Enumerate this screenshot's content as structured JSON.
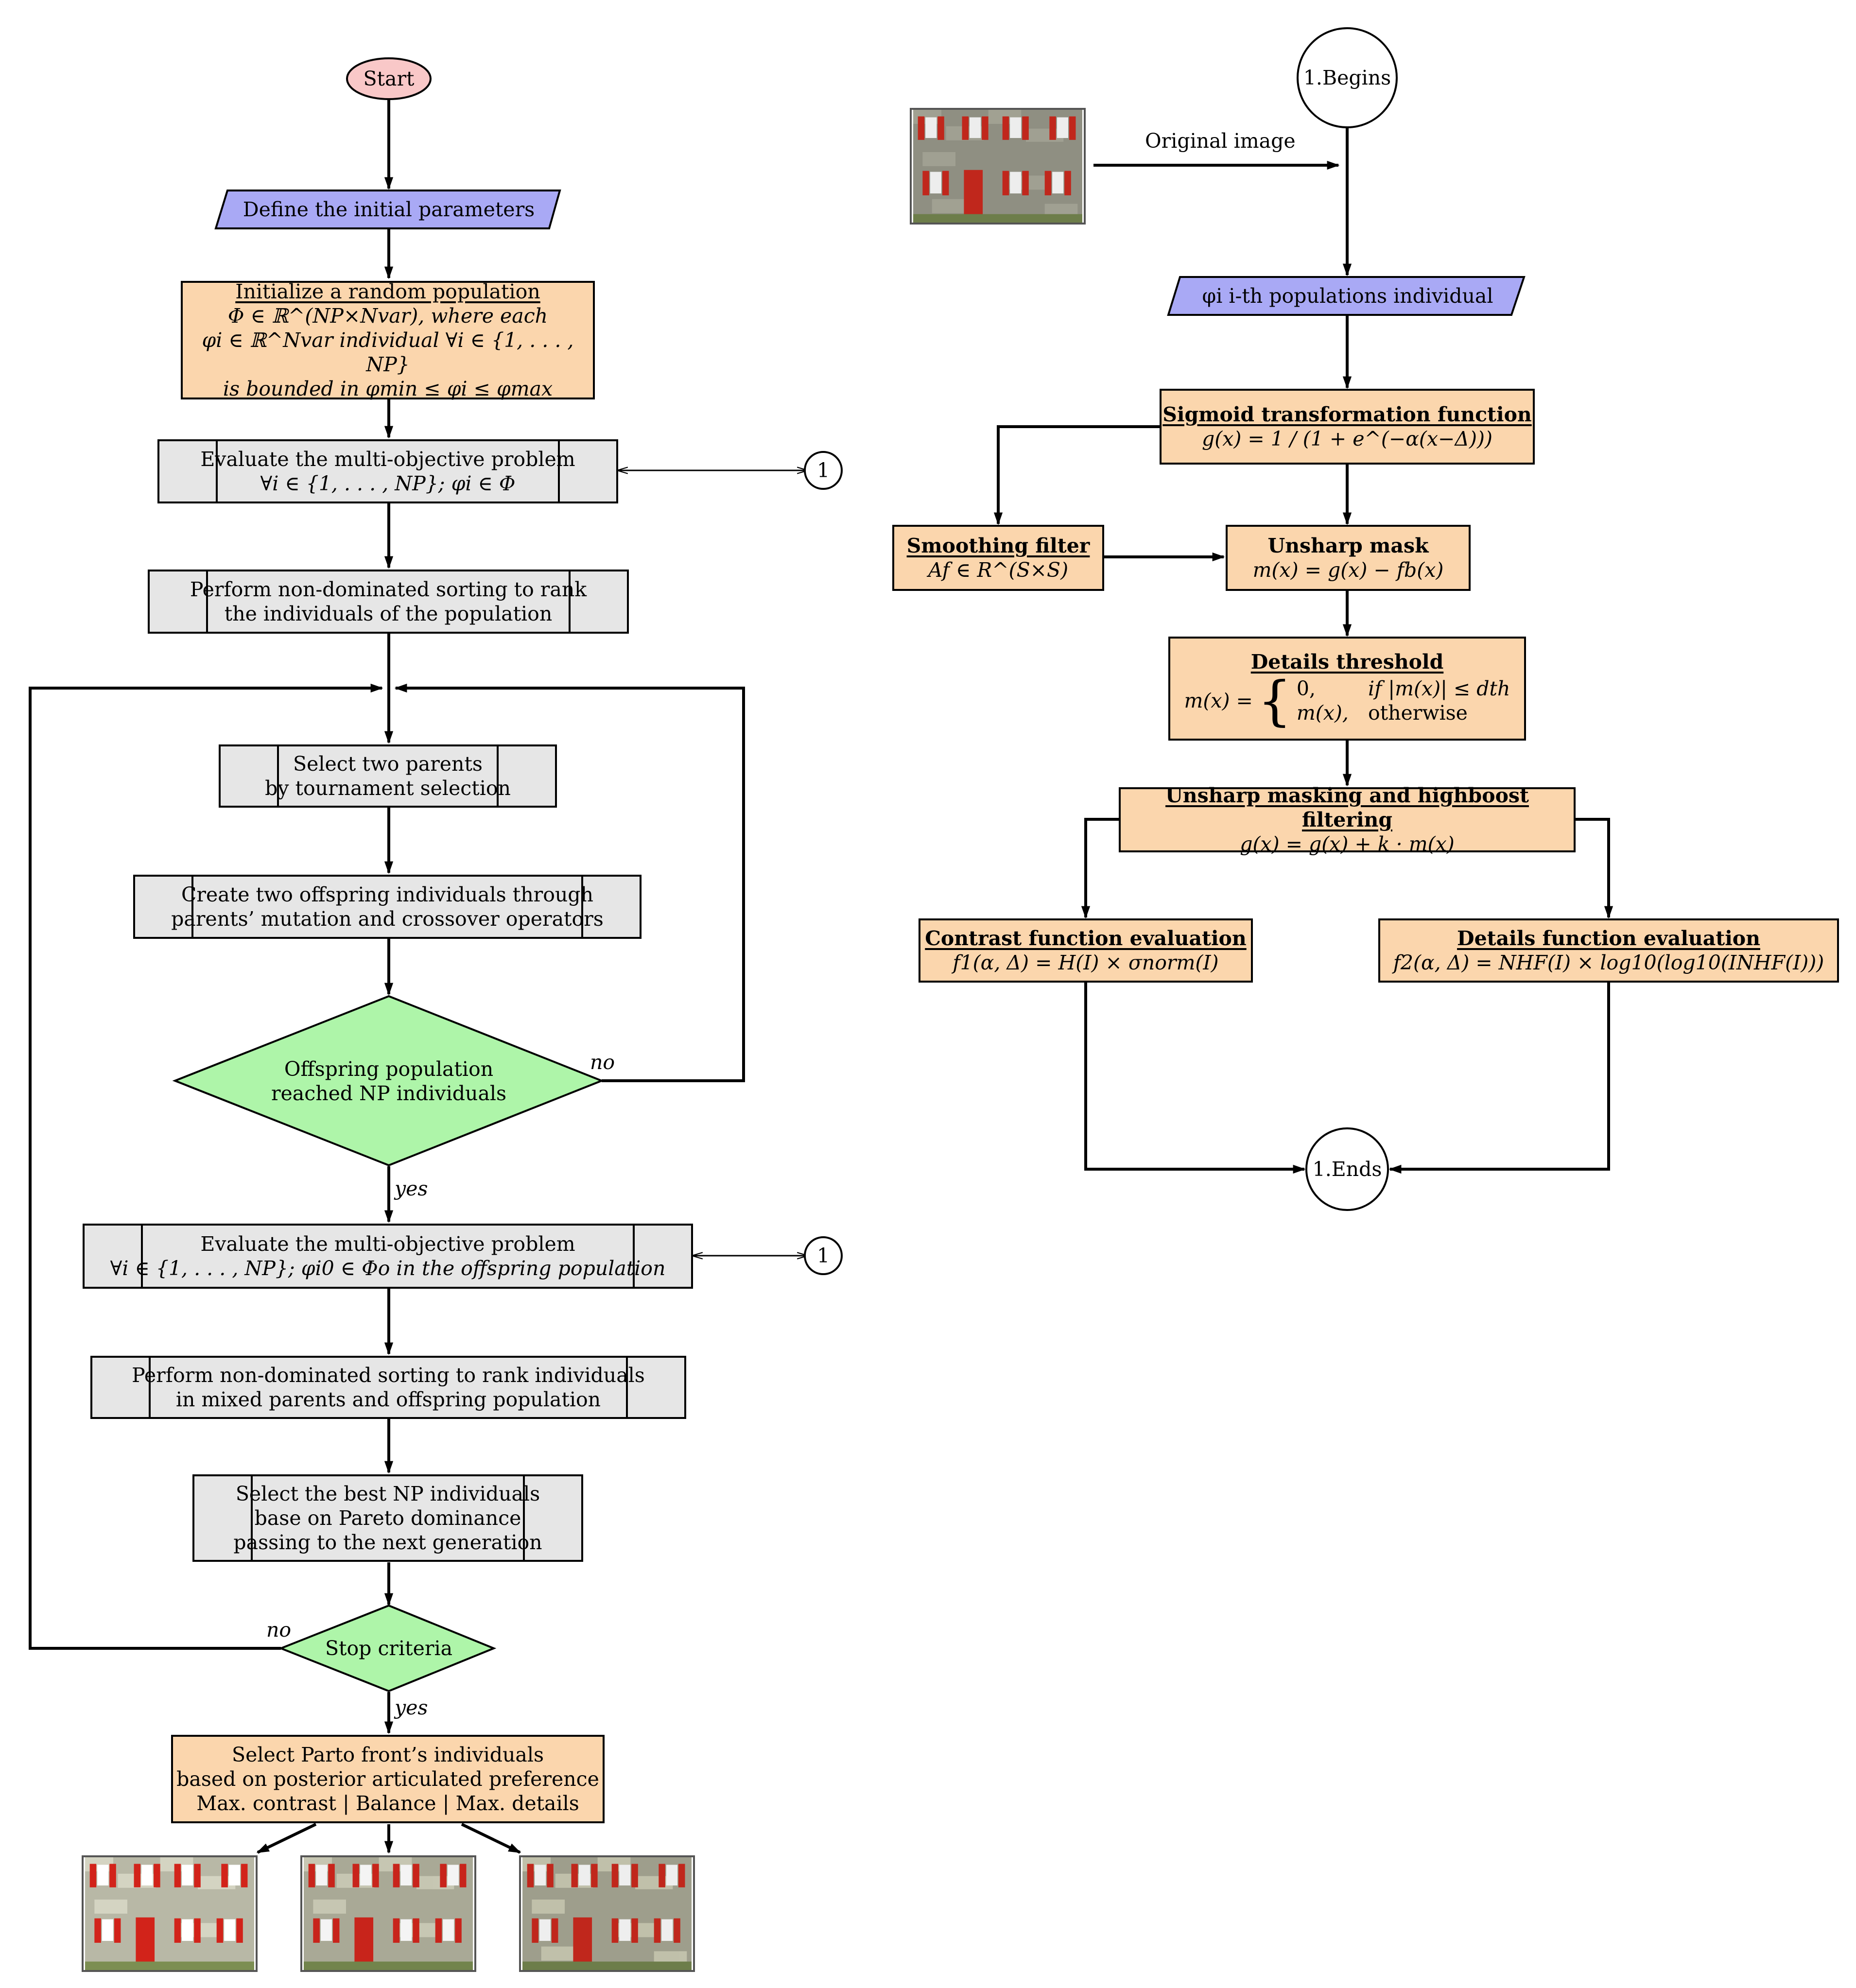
{
  "left_flow": {
    "start": "Start",
    "define": "Define the initial parameters",
    "init": {
      "title": "Initialize a random population",
      "line2": "Φ ∈ ℝ^(NP×Nvar), where each",
      "line3": "φi ∈ ℝ^Nvar individual ∀i ∈ {1, . . . , NP}",
      "line4": "is bounded in φmin ≤ φi ≤ φmax"
    },
    "evaluate1": {
      "line1": "Evaluate the multi-objective problem",
      "line2": "∀i ∈ {1, . . . , NP}; φi ∈ Φ"
    },
    "sort1": {
      "line1": "Perform non-dominated sorting to rank",
      "line2": "the individuals of the population"
    },
    "select_parents": {
      "line1": "Select two parents",
      "line2": "by tournament selection"
    },
    "offspring": {
      "line1": "Create two offspring individuals through",
      "line2": "parents’ mutation and crossover operators"
    },
    "decision1": {
      "line1": "Offspring population",
      "line2": "reached NP individuals"
    },
    "evaluate2": {
      "line1": "Evaluate the multi-objective problem",
      "line2": "∀i ∈ {1, . . . , NP}; φi0 ∈ Φo in the offspring population"
    },
    "sort2": {
      "line1": "Perform non-dominated sorting to rank individuals",
      "line2": "in mixed parents and offspring population"
    },
    "select_best": {
      "line1": "Select the best NP individuals",
      "line2": "base on Pareto dominance",
      "line3": "passing to the next generation"
    },
    "stop": "Stop criteria",
    "final": {
      "line1": "Select Parto front’s individuals",
      "line2": "based on posterior articulated preference",
      "line3": "Max. contrast | Balance | Max. details"
    },
    "connector": "1",
    "no_label": "no",
    "yes_label": "yes"
  },
  "right_flow": {
    "begins": "1.Begins",
    "original_image": "Original image",
    "individual": "φi i-th populations individual",
    "sigmoid": {
      "title": "Sigmoid transformation function",
      "formula": "g(x) = 1 / (1 + e^(−α(x−Δ)))"
    },
    "smoothing": {
      "title": "Smoothing filter",
      "formula": "Af ∈ R^(S×S)"
    },
    "unsharp_mask": {
      "title": "Unsharp mask",
      "formula": "m(x) = g(x) − fb(x)"
    },
    "details_threshold": {
      "title": "Details threshold",
      "lhs": "m(x) =",
      "case1_val": "0,",
      "case1_cond": "if |m(x)| ≤ dth",
      "case2_val": "m(x),",
      "case2_cond": "otherwise"
    },
    "highboost": {
      "title": "Unsharp masking and highboost filtering",
      "formula": "g(x) = g(x) + k · m(x)"
    },
    "contrast": {
      "title": "Contrast function evaluation",
      "formula": "f1(α, Δ) = H(I) × σnorm(I)"
    },
    "details": {
      "title": "Details function evaluation",
      "formula": "f2(α, Δ) = NHF(I) × log10(log10(INHF(I)))"
    },
    "ends": "1.Ends"
  },
  "colors": {
    "start": "#f9c8c8",
    "parallelogram": "#a9a9f5",
    "process_orange": "#fbd6ad",
    "process_gray": "#e6e6e6",
    "decision": "#aef5a9",
    "stroke": "#000000",
    "shutter": "#c0271c",
    "stone": "#a8a89a"
  },
  "icons": {
    "house": "house-photo-icon",
    "connector": "circle-connector-icon"
  }
}
